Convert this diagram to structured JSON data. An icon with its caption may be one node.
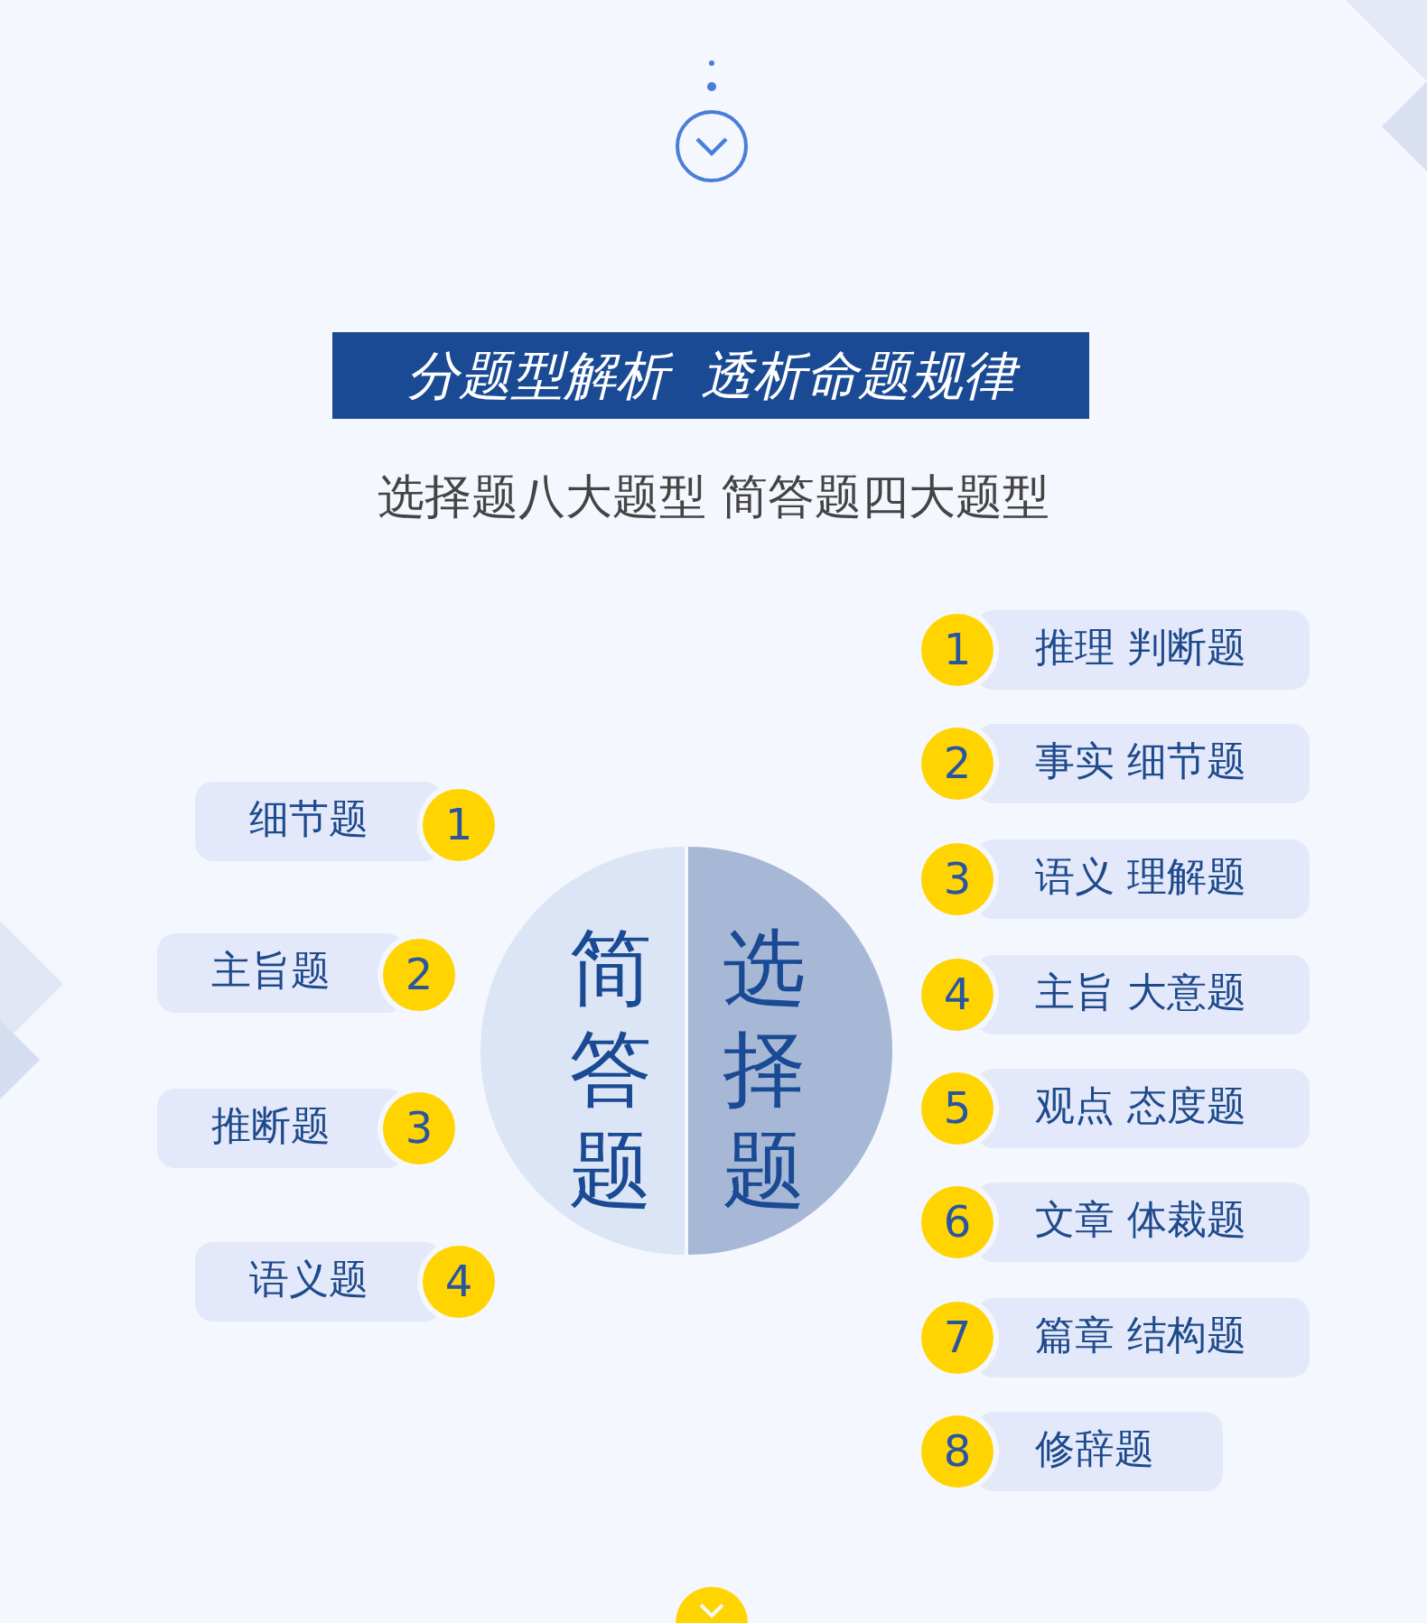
{
  "diagram": {
    "title": "分题型解析  透析命题规律",
    "nodes": [
      {
        "text": [
          "简答题"
        ]
      },
      {
        "text": [
          "选择题"
        ]
      },
      {
        "text": [
          "细节题"
        ]
      },
      {
        "text": [
          "1"
        ]
      },
      {
        "text": [
          "主旨题"
        ]
      },
      {
        "text": [
          "2"
        ]
      },
      {
        "text": [
          "推断题"
        ]
      },
      {
        "text": [
          "3"
        ]
      },
      {
        "text": [
          "语义题"
        ]
      },
      {
        "text": [
          "4"
        ]
      },
      {
        "text": [
          "1"
        ]
      },
      {
        "text": [
          "推理 判断题"
        ]
      },
      {
        "text": [
          "2"
        ]
      },
      {
        "text": [
          "事实 细节题"
        ]
      },
      {
        "text": [
          "3"
        ]
      },
      {
        "text": [
          "语义 理解题"
        ]
      },
      {
        "text": [
          "4"
        ]
      },
      {
        "text": [
          "主旨 大意题"
        ]
      },
      {
        "text": [
          "5"
        ]
      },
      {
        "text": [
          "观点 态度题"
        ]
      },
      {
        "text": [
          "6"
        ]
      },
      {
        "text": [
          "文章 体裁题"
        ]
      },
      {
        "text": [
          "7"
        ]
      },
      {
        "text": [
          "篇章 结构题"
        ]
      },
      {
        "text": [
          "8"
        ]
      },
      {
        "text": [
          "修辞题"
        ]
      }
    ],
    "edges": [],
    "labels": [
      "选择题八大题型 简答题四大题型"
    ]
  }
}
